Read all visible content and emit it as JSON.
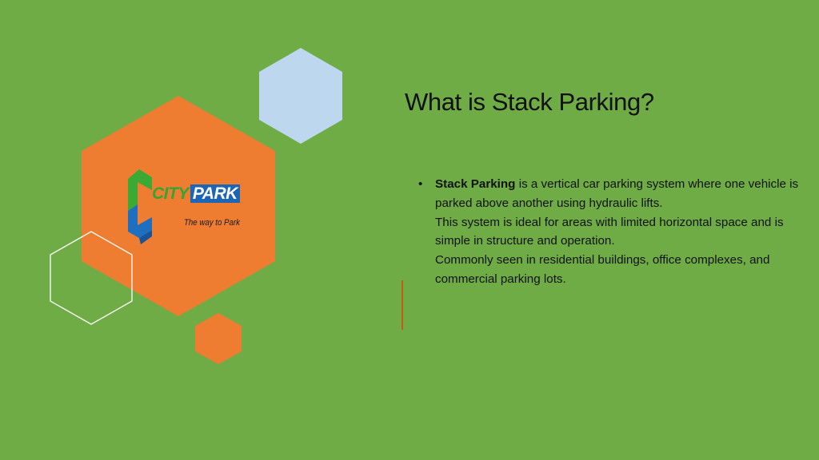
{
  "colors": {
    "background": "#6fac46",
    "orange": "#ee7c31",
    "light_blue": "#bdd7ee",
    "white_outline": "#ffffff",
    "accent_line": "#c55a11"
  },
  "logo": {
    "city": "CITY",
    "park": "PARK",
    "tagline": "The way to Park"
  },
  "slide": {
    "title": "What is Stack Parking?",
    "bullet": "•",
    "term": "Stack Parking",
    "lines": [
      " is a vertical car parking system where one vehicle is parked above another using hydraulic lifts.",
      "This system is ideal for areas with limited horizontal space and is simple in structure and operation.",
      "Commonly seen in residential buildings, office complexes, and commercial parking lots."
    ]
  }
}
